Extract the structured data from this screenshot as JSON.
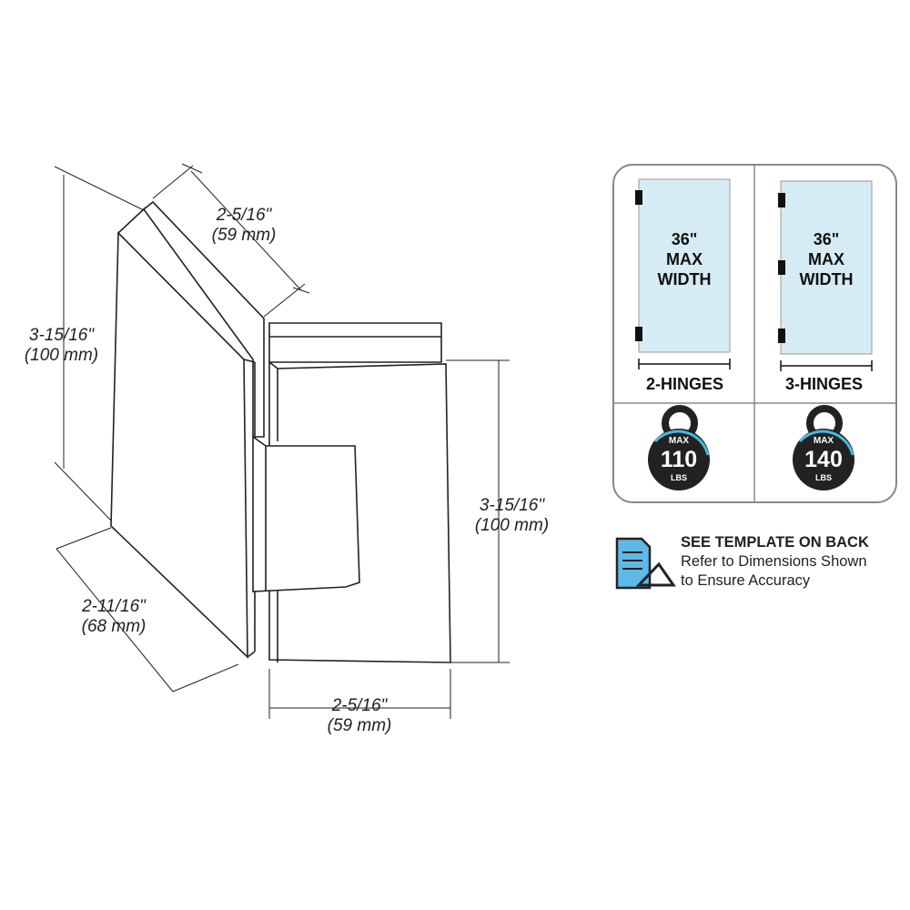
{
  "dimensions": {
    "glass_height": {
      "imperial": "3-15/16\"",
      "metric": "(100 mm)"
    },
    "glass_depth_top": {
      "imperial": "2-5/16\"",
      "metric": "(59 mm)"
    },
    "glass_width_bottom": {
      "imperial": "2-11/16\"",
      "metric": "(68 mm)"
    },
    "hinge_height": {
      "imperial": "3-15/16\"",
      "metric": "(100 mm)"
    },
    "hinge_width": {
      "imperial": "2-5/16\"",
      "metric": "(59 mm)"
    }
  },
  "specs": [
    {
      "glass_line1": "36\"",
      "glass_line2": "MAX",
      "glass_line3": "WIDTH",
      "hinges": "2-HINGES",
      "weight_top": "MAX",
      "weight_value": "110",
      "weight_unit": "LBS"
    },
    {
      "glass_line1": "36\"",
      "glass_line2": "MAX",
      "glass_line3": "WIDTH",
      "hinges": "3-HINGES",
      "weight_top": "MAX",
      "weight_value": "140",
      "weight_unit": "LBS"
    }
  ],
  "template_note": {
    "title": "SEE TEMPLATE ON BACK",
    "line1": "Refer to Dimensions Shown",
    "line2": "to Ensure Accuracy"
  },
  "colors": {
    "glass": "#d6ecf5",
    "icon_blue": "#5fb9e6",
    "weight_ring": "#4bb8e0"
  }
}
